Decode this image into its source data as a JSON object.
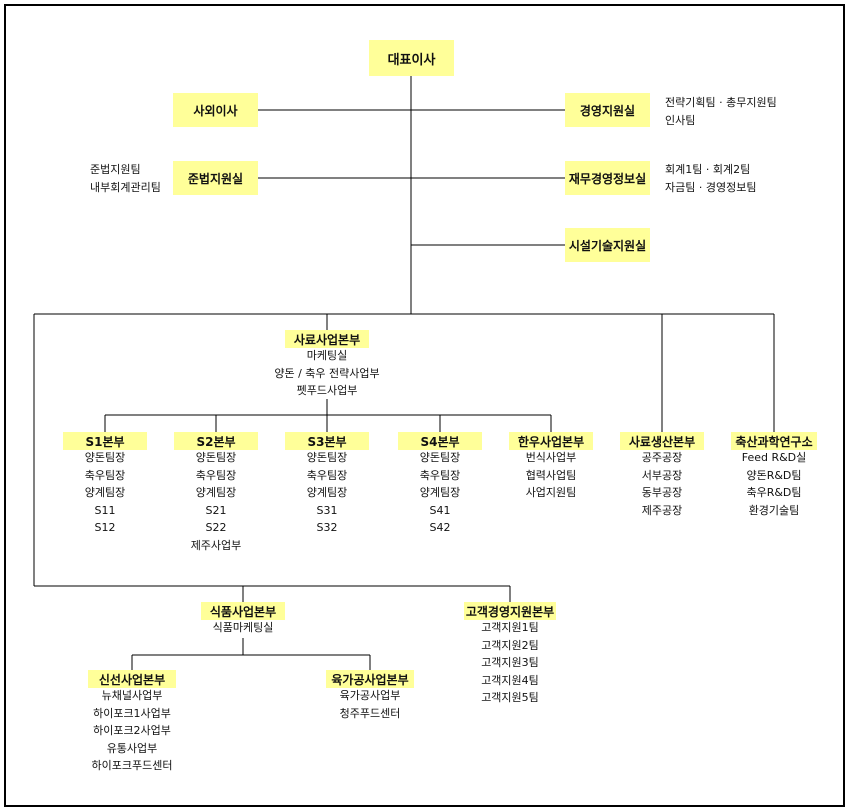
{
  "ceo": "대표이사",
  "outside_director": "사외이사",
  "management_support": {
    "label": "경영지원실",
    "teams": [
      "전략기획팀 · 총무지원팀",
      "인사팀"
    ]
  },
  "compliance": {
    "label": "준법지원실",
    "teams": [
      "준법지원팀",
      "내부회계관리팀"
    ]
  },
  "finance": {
    "label": "재무경영정보실",
    "teams": [
      "회계1팀 · 회계2팀",
      "자금팀 · 경영정보팀"
    ]
  },
  "facility": {
    "label": "시설기술지원실"
  },
  "feed_division": {
    "label": "사료사업본부",
    "teams": [
      "마케팅실",
      "양돈 / 축우 전략사업부",
      "펫푸드사업부"
    ]
  },
  "regional": [
    {
      "label": "S1본부",
      "teams": [
        "양돈팀장",
        "축우팀장",
        "양계팀장",
        "S11",
        "S12"
      ]
    },
    {
      "label": "S2본부",
      "teams": [
        "양돈팀장",
        "축우팀장",
        "양계팀장",
        "S21",
        "S22",
        "제주사업부"
      ]
    },
    {
      "label": "S3본부",
      "teams": [
        "양돈팀장",
        "축우팀장",
        "양계팀장",
        "S31",
        "S32"
      ]
    },
    {
      "label": "S4본부",
      "teams": [
        "양돈팀장",
        "축우팀장",
        "양계팀장",
        "S41",
        "S42"
      ]
    },
    {
      "label": "한우사업본부",
      "teams": [
        "번식사업부",
        "협력사업팀",
        "사업지원팀"
      ]
    }
  ],
  "feed_production": {
    "label": "사료생산본부",
    "teams": [
      "공주공장",
      "서부공장",
      "동부공장",
      "제주공장"
    ]
  },
  "research": {
    "label": "축산과학연구소",
    "teams": [
      "Feed R&D실",
      "양돈R&D팀",
      "축우R&D팀",
      "환경기술팀"
    ]
  },
  "food_division": {
    "label": "식품사업본부",
    "teams": [
      "식품마케팅실"
    ]
  },
  "customer_division": {
    "label": "고객경영지원본부",
    "teams": [
      "고객지원1팀",
      "고객지원2팀",
      "고객지원3팀",
      "고객지원4팀",
      "고객지원5팀"
    ]
  },
  "fresh_division": {
    "label": "신선사업본부",
    "teams": [
      "뉴채널사업부",
      "하이포크1사업부",
      "하이포크2사업부",
      "유통사업부",
      "하이포크푸드센터"
    ]
  },
  "processed_division": {
    "label": "육가공사업본부",
    "teams": [
      "육가공사업부",
      "청주푸드센터"
    ]
  }
}
